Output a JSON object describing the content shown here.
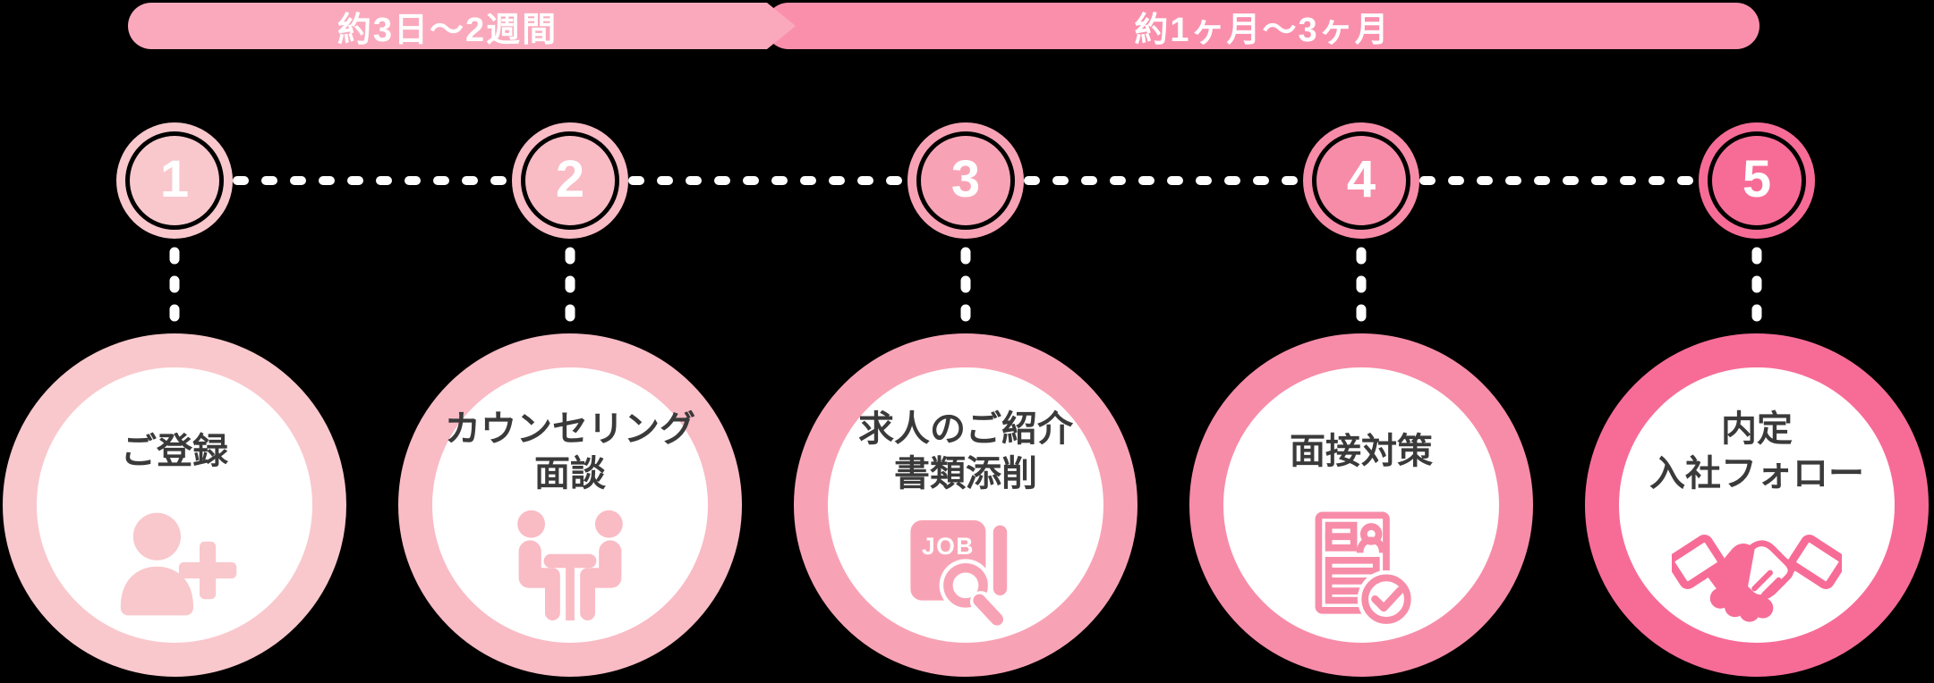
{
  "background": "#000000",
  "dash_color": "#ffffff",
  "text_color": "#3a3a3a",
  "timeline_banners": [
    {
      "label": "約3日〜2週間",
      "color": "#FAA9BC"
    },
    {
      "label": "約1ヶ月〜3ヶ月",
      "color": "#FA8FAC"
    }
  ],
  "steps": [
    {
      "number": "1",
      "label_lines": [
        "ご登録"
      ],
      "color": "#F9C8CC",
      "icon": "person-add-icon"
    },
    {
      "number": "2",
      "label_lines": [
        "カウンセリング",
        "面談"
      ],
      "color": "#F9BBC4",
      "icon": "counseling-icon"
    },
    {
      "number": "3",
      "label_lines": [
        "求人のご紹介",
        "書類添削"
      ],
      "color": "#F8A3B5",
      "icon": "job-search-icon"
    },
    {
      "number": "4",
      "label_lines": [
        "面接対策"
      ],
      "color": "#F78CA8",
      "icon": "resume-check-icon"
    },
    {
      "number": "5",
      "label_lines": [
        "内定",
        "入社フォロー"
      ],
      "color": "#F76C97",
      "icon": "handshake-icon"
    }
  ],
  "icon_labels": {
    "job_badge": "JOB"
  }
}
